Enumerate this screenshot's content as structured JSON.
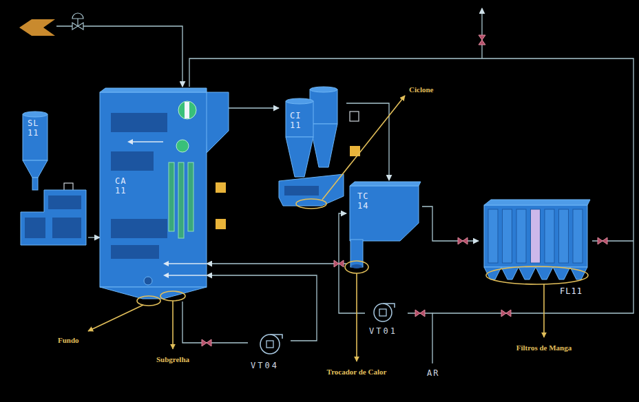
{
  "diagram": {
    "nodes": [
      {
        "text": [
          "SL 11"
        ]
      },
      {
        "text": [
          "CA 11"
        ]
      },
      {
        "text": [
          "CI 11"
        ]
      },
      {
        "text": [
          "TC 14"
        ]
      },
      {
        "text": [
          "FL11"
        ]
      },
      {
        "text": [
          "VT04"
        ]
      },
      {
        "text": [
          "VT01"
        ]
      }
    ],
    "edges": [
      {
        "from": 0,
        "to": 1,
        "arrow": "to"
      },
      {
        "from": 1,
        "to": 2,
        "arrow": "to"
      },
      {
        "from": 2,
        "to": 3,
        "arrow": "to"
      },
      {
        "from": 3,
        "to": 4,
        "arrow": "to"
      },
      {
        "from": 5,
        "to": 1,
        "arrow": "to"
      },
      {
        "from": 6,
        "to": 3,
        "arrow": "to"
      },
      {
        "from": 3,
        "to": 1,
        "arrow": "to"
      },
      {
        "from": 5,
        "to": 1,
        "arrow": "none"
      }
    ],
    "labels": [
      "Ciclone",
      "Fundo",
      "Subgrelha",
      "Trocador de Calor",
      "Filtros de Manga",
      "AR"
    ]
  }
}
